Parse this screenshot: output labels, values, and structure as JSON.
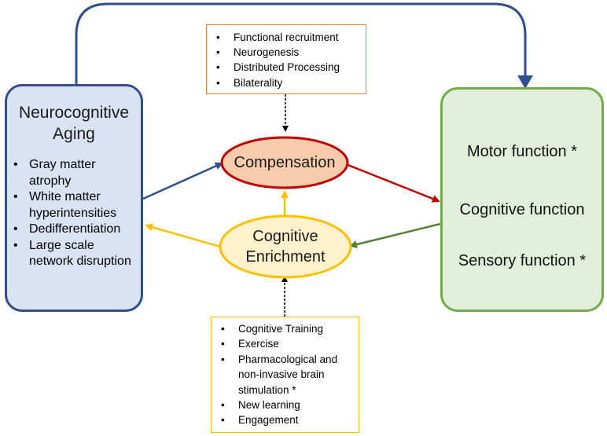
{
  "neurocognitive_aging": {
    "title_line1": "Neurocognitive",
    "title_line2": "Aging",
    "bullets": [
      "Gray matter atrophy",
      "White matter hyperintensities",
      "Dedifferentiation",
      "Large scale network disruption"
    ]
  },
  "outcomes": {
    "motor": "Motor function *",
    "cognitive": "Cognitive function",
    "sensory": "Sensory function *"
  },
  "compensation": {
    "label": "Compensation"
  },
  "cognitive_enrichment": {
    "label_line1": "Cognitive",
    "label_line2": "Enrichment"
  },
  "compensation_mechanisms": {
    "items": [
      "Functional recruitment",
      "Neurogenesis",
      "Distributed Processing",
      "Bilaterality"
    ]
  },
  "enrichment_activities": {
    "items": [
      "Cognitive Training",
      "Exercise",
      "Pharmacological and non-invasive brain stimulation *",
      "New learning",
      "Engagement"
    ]
  },
  "colors": {
    "blue": "#2f4f8f",
    "red": "#c00000",
    "yellow": "#ffc000",
    "green": "#538135",
    "orange": "#ed7d31"
  }
}
